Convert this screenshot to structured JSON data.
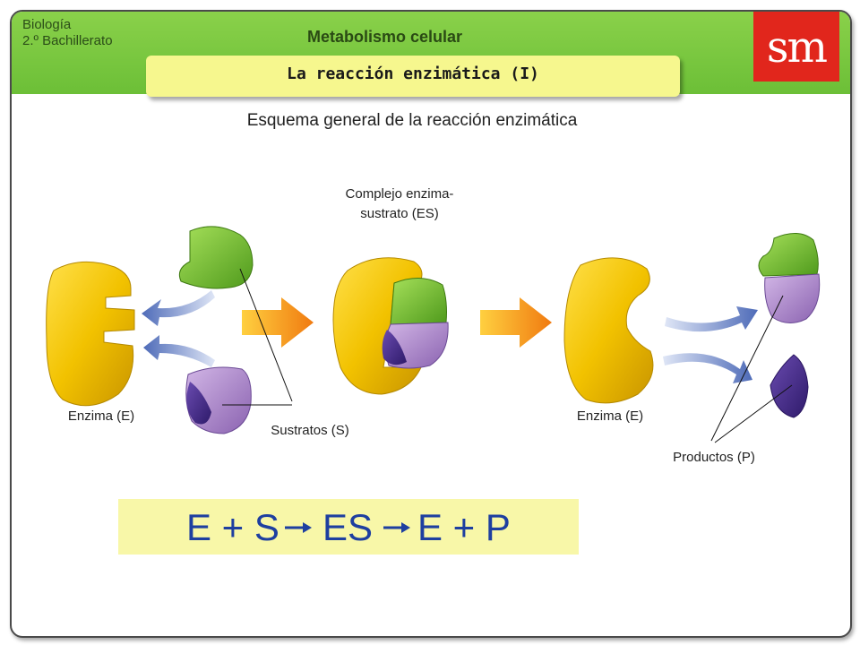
{
  "header": {
    "subject_line1": "Biología",
    "subject_line2": "2.º Bachillerato",
    "unit_title": "Metabolismo celular",
    "logo_text": "sm",
    "section_title": "La reacción enzimática (I)"
  },
  "diagram": {
    "heading": "Esquema general de la reacción enzimática",
    "complex_label_line1": "Complejo enzima-",
    "complex_label_line2": "sustrato (ES)",
    "enzyme_label_left": "Enzima (E)",
    "substrates_label": "Sustratos (S)",
    "enzyme_label_right": "Enzima (E)",
    "products_label": "Productos (P)"
  },
  "equation": {
    "part1": "E + S",
    "part2": "ES",
    "part3": "E + P"
  },
  "colors": {
    "band_green": "#6cbf37",
    "logo_red": "#e1261c",
    "title_yellow": "#f6f78e",
    "enzyme_yellow": "#f2c200",
    "substrate_green": "#7cc52c",
    "substrate_purple": "#a882c8",
    "product_purple": "#4b2d8e",
    "arrow_blue": "#5b78c0",
    "arrow_orange": "#f59a12",
    "equation_blue": "#1e3fa0"
  }
}
